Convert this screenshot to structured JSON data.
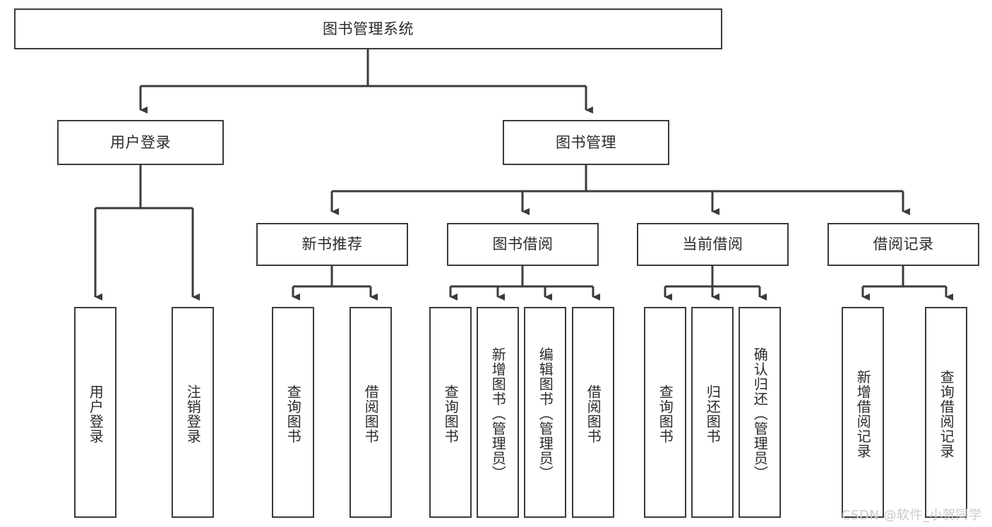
{
  "diagram": {
    "title": "图书管理系统",
    "type": "tree-hierarchy",
    "root": {
      "label": "图书管理系统"
    },
    "level2": [
      {
        "label": "用户登录"
      },
      {
        "label": "图书管理"
      }
    ],
    "level3": [
      {
        "label": "新书推荐"
      },
      {
        "label": "图书借阅"
      },
      {
        "label": "当前借阅"
      },
      {
        "label": "借阅记录"
      }
    ],
    "leaves": {
      "user_login": [
        {
          "label": "用户登录"
        },
        {
          "label": "注销登录"
        }
      ],
      "new_book_recommend": [
        {
          "label": "查询图书"
        },
        {
          "label": "借阅图书"
        }
      ],
      "book_borrow": [
        {
          "label": "查询图书"
        },
        {
          "label": "新增图书（管理员）"
        },
        {
          "label": "编辑图书（管理员）"
        },
        {
          "label": "借阅图书"
        }
      ],
      "current_borrow": [
        {
          "label": "查询图书"
        },
        {
          "label": "归还图书"
        },
        {
          "label": "确认归还（管理员）"
        }
      ],
      "borrow_record": [
        {
          "label": "新增借阅记录"
        },
        {
          "label": "查询借阅记录"
        }
      ]
    }
  },
  "watermark": {
    "text": "CSDN @软件_小贺同学"
  },
  "colors": {
    "stroke": "#3b3b3b",
    "text": "#2b2b2b",
    "background": "#ffffff",
    "watermark": "#c9c9c9"
  }
}
